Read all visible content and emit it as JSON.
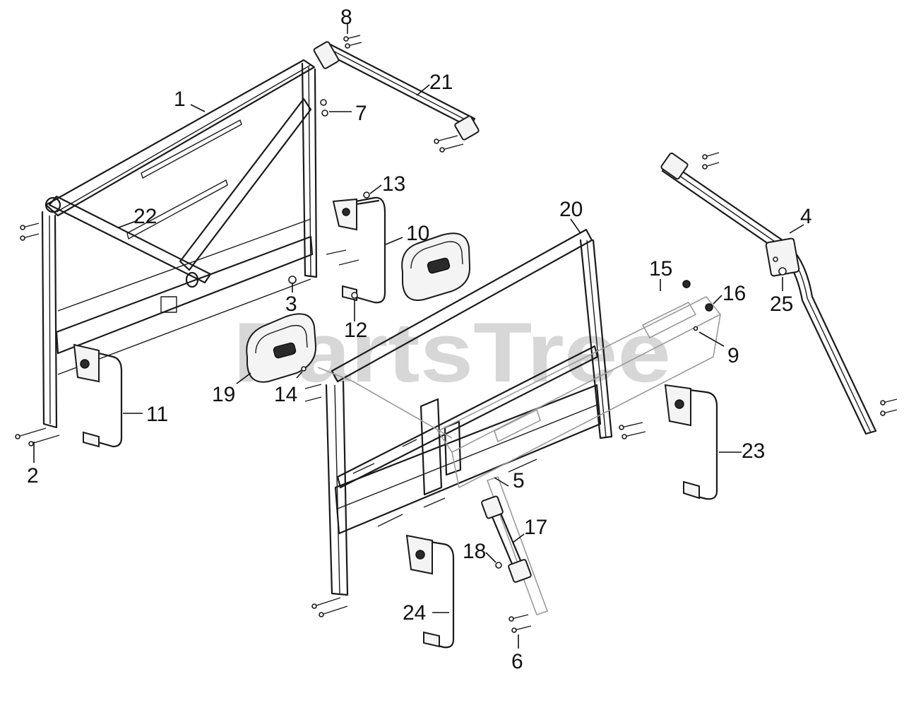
{
  "watermark": {
    "text": "PartsTree"
  },
  "callouts": [
    {
      "id": "c1",
      "label": "1"
    },
    {
      "id": "c2",
      "label": "2"
    },
    {
      "id": "c3",
      "label": "3"
    },
    {
      "id": "c4",
      "label": "4"
    },
    {
      "id": "c5",
      "label": "5"
    },
    {
      "id": "c6",
      "label": "6"
    },
    {
      "id": "c7",
      "label": "7"
    },
    {
      "id": "c8",
      "label": "8"
    },
    {
      "id": "c9",
      "label": "9"
    },
    {
      "id": "c10",
      "label": "10"
    },
    {
      "id": "c11",
      "label": "11"
    },
    {
      "id": "c12",
      "label": "12"
    },
    {
      "id": "c13",
      "label": "13"
    },
    {
      "id": "c14",
      "label": "14"
    },
    {
      "id": "c15",
      "label": "15"
    },
    {
      "id": "c16",
      "label": "16"
    },
    {
      "id": "c17",
      "label": "17"
    },
    {
      "id": "c18",
      "label": "18"
    },
    {
      "id": "c19",
      "label": "19"
    },
    {
      "id": "c20",
      "label": "20"
    },
    {
      "id": "c21",
      "label": "21"
    },
    {
      "id": "c22",
      "label": "22"
    },
    {
      "id": "c23",
      "label": "23"
    },
    {
      "id": "c24",
      "label": "24"
    },
    {
      "id": "c25",
      "label": "25"
    }
  ]
}
